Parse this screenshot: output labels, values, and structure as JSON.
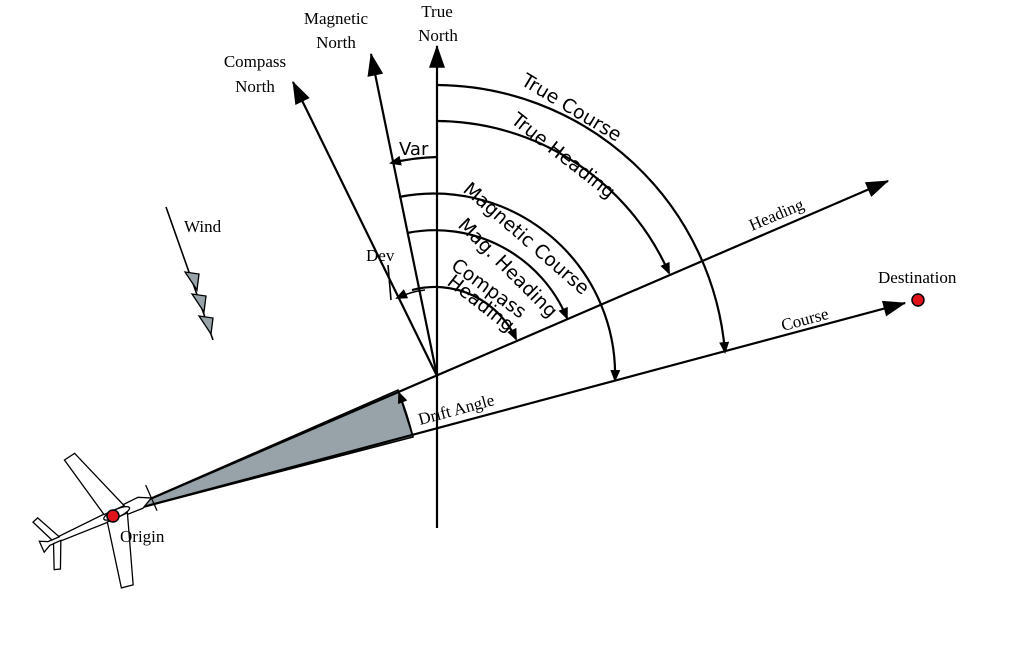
{
  "labels": {
    "true_north_line1": "True",
    "true_north_line2": "North",
    "magnetic_north_line1": "Magnetic",
    "magnetic_north_line2": "North",
    "compass_north_line1": "Compass",
    "compass_north_line2": "North",
    "wind": "Wind",
    "dev": "Dev",
    "var": "Var",
    "heading": "Heading",
    "course": "Course",
    "destination": "Destination",
    "origin": "Origin",
    "drift_angle": "Drift Angle",
    "true_course": "True Course",
    "true_heading": "True Heading",
    "magnetic_course": "Magnetic Course",
    "mag_heading": "Mag. Heading",
    "compass_heading_line1": "Compass",
    "compass_heading_line2": "Heading"
  },
  "colors": {
    "line": "#000000",
    "drift_fill": "#97a3a8",
    "point_fill": "#e0131b"
  }
}
